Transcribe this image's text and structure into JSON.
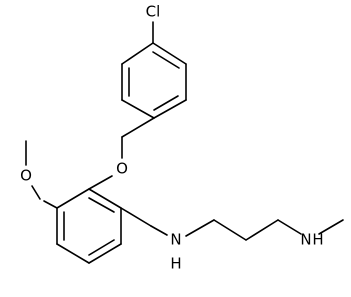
{
  "labels": {
    "chlorine": "Cl",
    "ether_oxygen": "O",
    "methoxy_oxygen": "O",
    "amine_n1": "N",
    "amine_h1": "H",
    "amine_n2": "N",
    "amine_h2": "H"
  }
}
